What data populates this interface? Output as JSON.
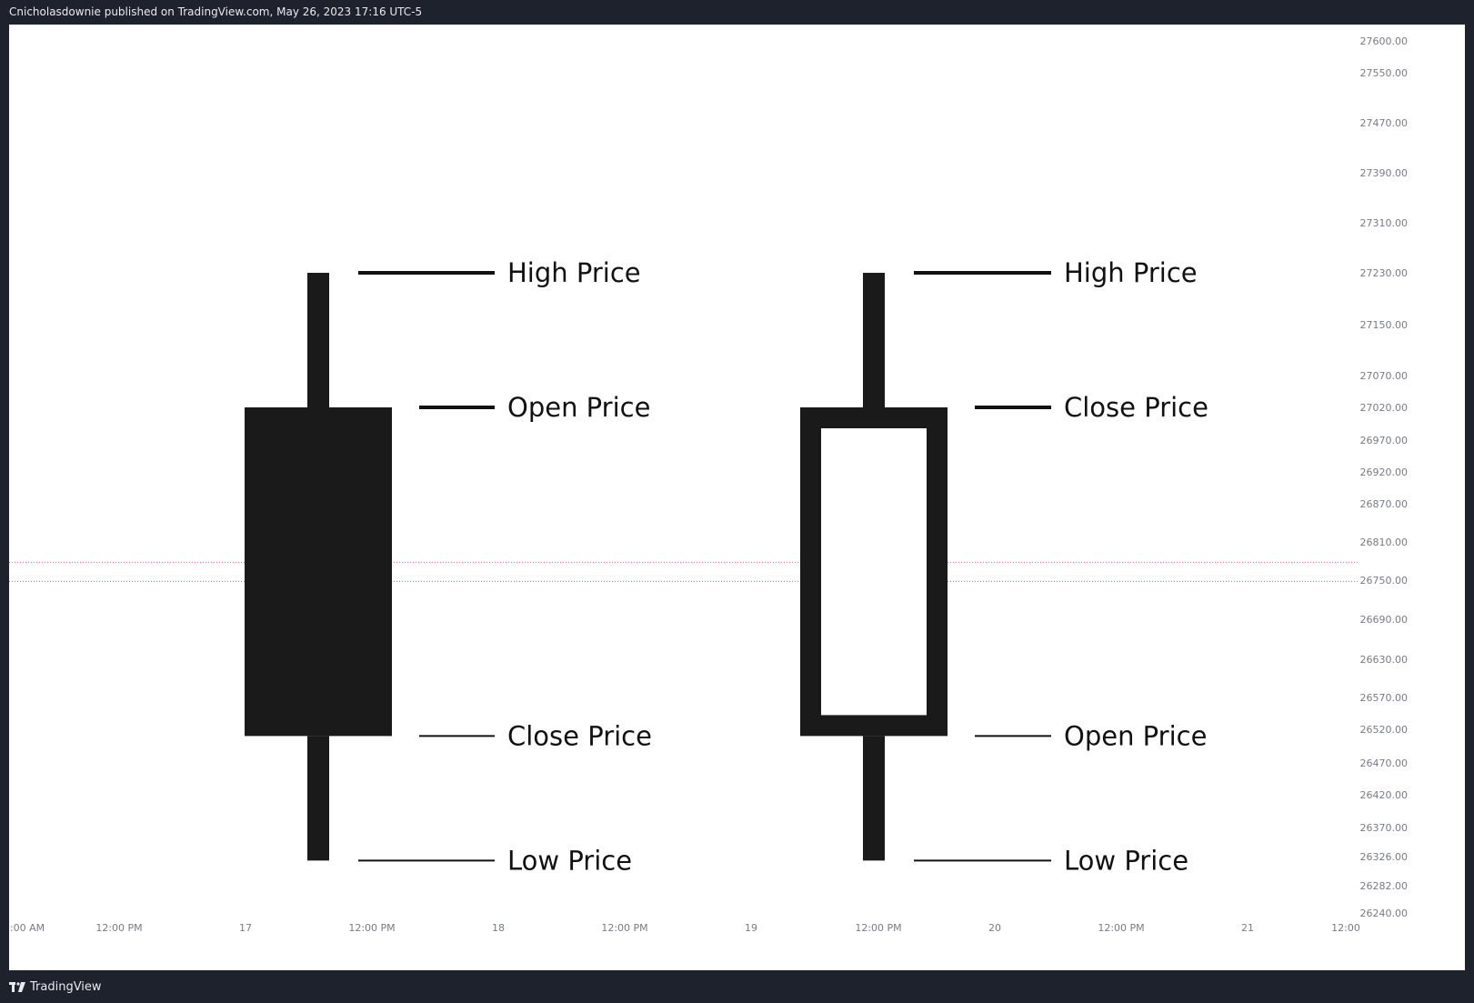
{
  "header": {
    "publish_info": "Cnicholasdownie published on TradingView.com, May 26, 2023 17:16 UTC-5"
  },
  "footer": {
    "brand": "TradingView",
    "logo_icon": "tradingview-logo-icon"
  },
  "chart_data": {
    "type": "candlestick",
    "y_axis_labels": [
      "27600.00",
      "27550.00",
      "27470.00",
      "27390.00",
      "27310.00",
      "27230.00",
      "27150.00",
      "27070.00",
      "27020.00",
      "26970.00",
      "26920.00",
      "26870.00",
      "26810.00",
      "26750.00",
      "26690.00",
      "26630.00",
      "26570.00",
      "26520.00",
      "26470.00",
      "26420.00",
      "26370.00",
      "26326.00",
      "26282.00",
      "26240.00"
    ],
    "x_axis_labels": [
      ":00 AM",
      "12:00 PM",
      "17",
      "12:00 PM",
      "18",
      "12:00 PM",
      "19",
      "12:00 PM",
      "20",
      "12:00 PM",
      "21",
      "12:00"
    ],
    "candles": [
      {
        "style": "filled",
        "high": 27230,
        "open": 27020,
        "close": 26510,
        "low": 26320,
        "annotations": {
          "high": "High Price",
          "open": "Open Price",
          "close": "Close Price",
          "low": "Low Price"
        }
      },
      {
        "style": "hollow",
        "high": 27230,
        "close": 27020,
        "open": 26510,
        "low": 26320,
        "annotations": {
          "high": "High Price",
          "close": "Close Price",
          "open": "Open Price",
          "low": "Low Price"
        }
      }
    ],
    "price_lines": [
      {
        "value": 26778,
        "color": "#e57373"
      },
      {
        "value": 26748,
        "color": "#5b8fd6"
      }
    ],
    "colors": {
      "candle": "#1a1a1a",
      "axis_text": "#787b86"
    }
  }
}
